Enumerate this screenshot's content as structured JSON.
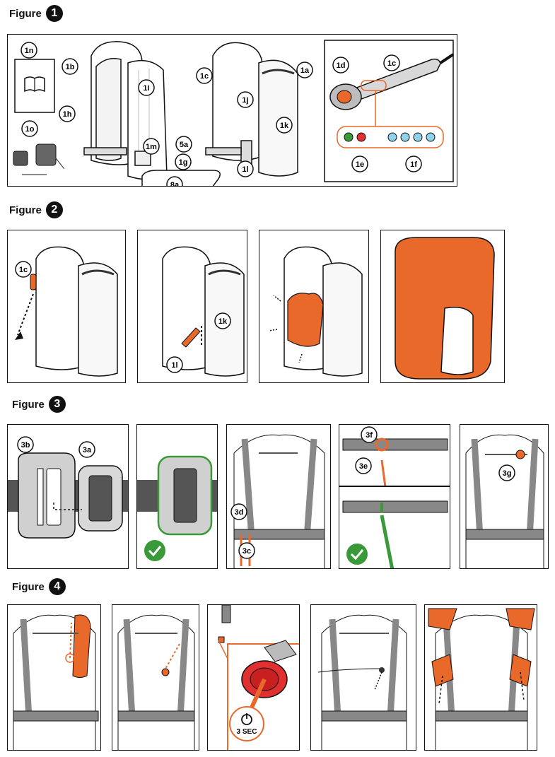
{
  "figures": [
    {
      "label": "Figure",
      "number": "1"
    },
    {
      "label": "Figure",
      "number": "2"
    },
    {
      "label": "Figure",
      "number": "3"
    },
    {
      "label": "Figure",
      "number": "4"
    }
  ],
  "fig1": {
    "callouts": [
      "1n",
      "1b",
      "1h",
      "1i",
      "1o",
      "1m",
      "5a",
      "1g",
      "8a",
      "1c",
      "1a",
      "1j",
      "1k",
      "1l",
      "1d",
      "1e",
      "1f"
    ]
  },
  "fig2": {
    "callouts": [
      "1c",
      "1k",
      "1l"
    ]
  },
  "fig3": {
    "callouts": [
      "3b",
      "3a",
      "3d",
      "3c",
      "3f",
      "3e",
      "3g"
    ]
  },
  "fig4": {
    "button_label": "3 SEC"
  },
  "colors": {
    "orange": "#e8692a",
    "green": "#3a9a3a",
    "red": "#e03030",
    "gray": "#8a8a8a",
    "light_gray": "#cfcfcf",
    "blue_led": "#8fd3ea"
  }
}
